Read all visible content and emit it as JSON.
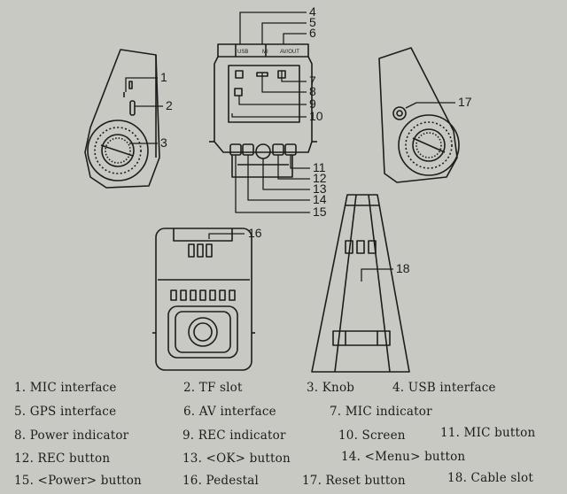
{
  "diagram": {
    "callouts": [
      "1",
      "2",
      "3",
      "4",
      "5",
      "6",
      "7",
      "8",
      "9",
      "10",
      "11",
      "12",
      "13",
      "14",
      "15",
      "16",
      "17",
      "18"
    ],
    "port_labels": {
      "usb": "USB",
      "av": "AV/OUT",
      "mic": "MI"
    }
  },
  "legend": [
    "1.  MIC interface",
    "2.  TF slot",
    "3.  Knob",
    "4.  USB interface",
    "5.  GPS interface",
    "6.  AV interface",
    "7.  MIC indicator",
    "8.  Power indicator",
    "9.  REC indicator",
    "10.  Screen",
    "11.  MIC button",
    "12.  REC button",
    "13.  <OK> button",
    "14.  <Menu> button",
    "15.  <Power> button",
    "16.  Pedestal",
    "17.  Reset button",
    "18.  Cable slot"
  ]
}
